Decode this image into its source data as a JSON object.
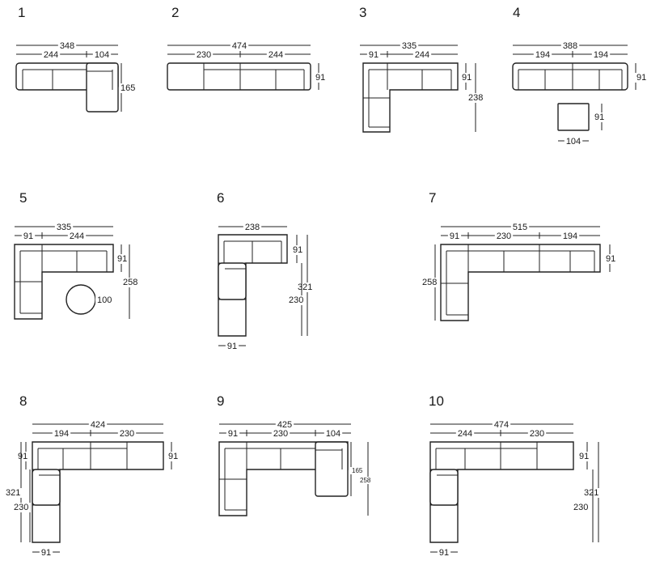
{
  "configurations": [
    {
      "id": "1",
      "dims": [
        "348",
        "244",
        "104",
        "165"
      ]
    },
    {
      "id": "2",
      "dims": [
        "474",
        "230",
        "244",
        "91"
      ]
    },
    {
      "id": "3",
      "dims": [
        "335",
        "91",
        "244",
        "91",
        "238"
      ]
    },
    {
      "id": "4",
      "dims": [
        "388",
        "194",
        "194",
        "91",
        "91",
        "104"
      ]
    },
    {
      "id": "5",
      "dims": [
        "335",
        "91",
        "244",
        "91",
        "258",
        "100"
      ]
    },
    {
      "id": "6",
      "dims": [
        "238",
        "91",
        "321",
        "230",
        "91"
      ]
    },
    {
      "id": "7",
      "dims": [
        "515",
        "91",
        "230",
        "194",
        "91",
        "258"
      ]
    },
    {
      "id": "8",
      "dims": [
        "424",
        "194",
        "230",
        "91",
        "91",
        "321",
        "230",
        "91"
      ]
    },
    {
      "id": "9",
      "dims": [
        "425",
        "91",
        "230",
        "104",
        "165",
        "258"
      ]
    },
    {
      "id": "10",
      "dims": [
        "474",
        "244",
        "230",
        "91",
        "321",
        "230",
        "91"
      ]
    }
  ]
}
